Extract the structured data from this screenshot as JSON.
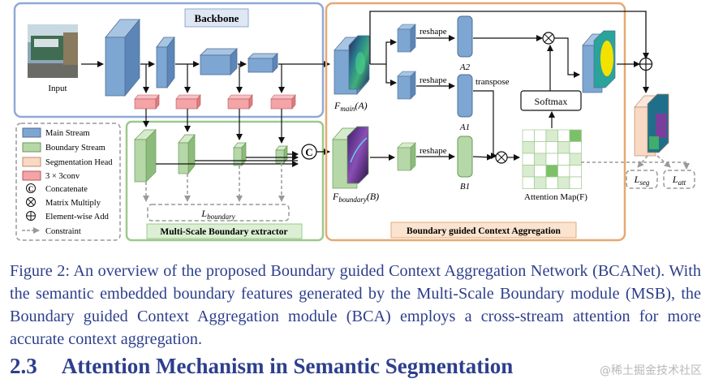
{
  "figure": {
    "backbone_title": "Backbone",
    "input_label": "Input",
    "msb_title": "Multi-Scale Boundary extractor",
    "bca_title": "Boundary guided Context Aggregation",
    "f_main": "F",
    "f_main_sub": "main",
    "f_main_arg": "(A)",
    "f_boundary": "F",
    "f_boundary_sub": "boundary",
    "f_boundary_arg": "(B)",
    "l_boundary": "L",
    "l_boundary_sub": "boundary",
    "reshape": "reshape",
    "transpose": "transpose",
    "softmax": "Softmax",
    "a2": "A2",
    "a1": "A1",
    "b1": "B1",
    "attention_map": "Attention Map(F)",
    "l_seg": "L",
    "l_seg_sub": "seg",
    "l_att": "L",
    "l_att_sub": "att",
    "concat_symbol": "C",
    "legend": [
      {
        "key": "main",
        "label": "Main Stream"
      },
      {
        "key": "boundary",
        "label": "Boundary Stream"
      },
      {
        "key": "seghead",
        "label": "Segmentation Head"
      },
      {
        "key": "conv",
        "label": "3 × 3conv"
      },
      {
        "key": "concat",
        "label": "Concatenate"
      },
      {
        "key": "matmul",
        "label": "Matrix Multiply"
      },
      {
        "key": "add",
        "label": "Element-wise Add"
      },
      {
        "key": "constraint",
        "label": "Constraint"
      }
    ],
    "colors": {
      "main": "#7ea6d3",
      "boundary": "#b6d7a8",
      "seghead": "#f8d9c4",
      "conv": "#f4a3a6",
      "backbone_border": "#8fa9d6",
      "msb_border": "#9cc98c",
      "bca_border": "#e6a873"
    }
  },
  "caption": "Figure 2: An overview of the proposed Boundary guided Context Aggregation Network (BCANet). With the semantic embedded boundary features generated by the Multi-Scale Boundary module (MSB), the Boundary guided Context Aggregation module (BCA) employs a cross-stream attention for more accurate context aggregation.",
  "section": {
    "number": "2.3",
    "title": "Attention Mechanism in Semantic Segmentation"
  },
  "watermark": "@稀土掘金技术社区"
}
